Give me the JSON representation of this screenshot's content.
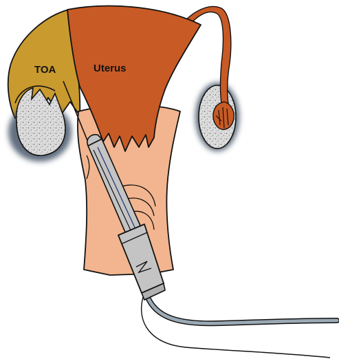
{
  "labels": {
    "toa": "TOA",
    "uterus": "Uterus"
  },
  "colors": {
    "toa_fill": "#c99a2e",
    "uterus_fill": "#c85a25",
    "vagina_fill": "#f2b58f",
    "ovary_fill": "#d9d9d9",
    "ovary_halo": "#2e3f55",
    "probe_fill": "#c4c4c4",
    "outline": "#111111",
    "cable": "#9aa9b4"
  },
  "icons": {
    "probe": "transvaginal-ultrasound-probe",
    "needle": "aspiration-needle"
  }
}
